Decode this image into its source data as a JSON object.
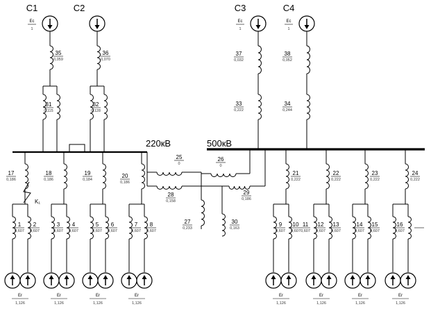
{
  "systems": [
    {
      "id": "C1",
      "label": "C1",
      "source_label": "Ec",
      "source_sub": "1"
    },
    {
      "id": "C2",
      "label": "C2",
      "source_label": "",
      "source_sub": ""
    },
    {
      "id": "C3",
      "label": "C3",
      "source_label": "Ec",
      "source_sub": "1"
    },
    {
      "id": "C4",
      "label": "C4",
      "source_label": "Ec",
      "source_sub": "1"
    }
  ],
  "buses": {
    "bus_220": "220кВ",
    "bus_500": "500кВ"
  },
  "fault_label": "K₁",
  "reactances": [
    {
      "id": "35",
      "num": "35",
      "val": "0,059"
    },
    {
      "id": "36",
      "num": "36",
      "val": "0,070"
    },
    {
      "id": "37",
      "num": "37",
      "val": "0,032"
    },
    {
      "id": "38",
      "num": "38",
      "val": "0,052"
    },
    {
      "id": "31",
      "num": "31",
      "val": "0,115"
    },
    {
      "id": "32",
      "num": "32",
      "val": "0,128"
    },
    {
      "id": "33",
      "num": "33",
      "val": "0,222"
    },
    {
      "id": "34",
      "num": "34",
      "val": "0,244"
    },
    {
      "id": "17",
      "num": "17",
      "val": "0,186"
    },
    {
      "id": "18",
      "num": "18",
      "val": "0,186"
    },
    {
      "id": "19",
      "num": "19",
      "val": "0,184"
    },
    {
      "id": "20",
      "num": "20",
      "val": "0,186"
    },
    {
      "id": "25",
      "num": "25",
      "val": "0"
    },
    {
      "id": "26",
      "num": "26",
      "val": "0"
    },
    {
      "id": "27",
      "num": "27",
      "val": "0,233"
    },
    {
      "id": "28",
      "num": "28",
      "val": "0,158"
    },
    {
      "id": "29",
      "num": "29",
      "val": "0,186"
    },
    {
      "id": "30",
      "num": "30",
      "val": "0,163"
    },
    {
      "id": "21",
      "num": "21",
      "val": "0,222"
    },
    {
      "id": "22",
      "num": "22",
      "val": "0,222"
    },
    {
      "id": "23",
      "num": "23",
      "val": "0,222"
    },
    {
      "id": "24",
      "num": "24",
      "val": "0,222"
    },
    {
      "id": "1",
      "num": "1",
      "val": "0,607"
    },
    {
      "id": "2",
      "num": "2",
      "val": "0,607"
    },
    {
      "id": "3",
      "num": "3",
      "val": "0,607"
    },
    {
      "id": "4",
      "num": "4",
      "val": "0,607"
    },
    {
      "id": "5",
      "num": "5",
      "val": "0,607"
    },
    {
      "id": "6",
      "num": "6",
      "val": "0,607"
    },
    {
      "id": "7",
      "num": "7",
      "val": "0,607"
    },
    {
      "id": "8",
      "num": "8",
      "val": "0,607"
    },
    {
      "id": "9",
      "num": "9",
      "val": "0,607"
    },
    {
      "id": "10",
      "num": "10",
      "val": "0,607"
    },
    {
      "id": "11",
      "num": "11",
      "val": "0,607"
    },
    {
      "id": "12",
      "num": "12",
      "val": "0,607"
    },
    {
      "id": "13",
      "num": "13",
      "val": "0,607"
    },
    {
      "id": "14",
      "num": "14",
      "val": "0,607"
    },
    {
      "id": "15",
      "num": "15",
      "val": "0,607"
    },
    {
      "id": "16",
      "num": "16",
      "val": "0,607"
    }
  ],
  "generators": [
    {
      "id": "g1",
      "label": "Er",
      "val": "1,126"
    },
    {
      "id": "g2",
      "label": "Er",
      "val": "1,126"
    },
    {
      "id": "g3",
      "label": "Er",
      "val": "1,126"
    },
    {
      "id": "g4",
      "label": "Er",
      "val": "1,126"
    },
    {
      "id": "g5",
      "label": "Er",
      "val": "1,126"
    },
    {
      "id": "g6",
      "label": "Er",
      "val": "1,126"
    },
    {
      "id": "g7",
      "label": "Er",
      "val": "1,126"
    },
    {
      "id": "g8",
      "label": "Er",
      "val": "1,126"
    }
  ]
}
